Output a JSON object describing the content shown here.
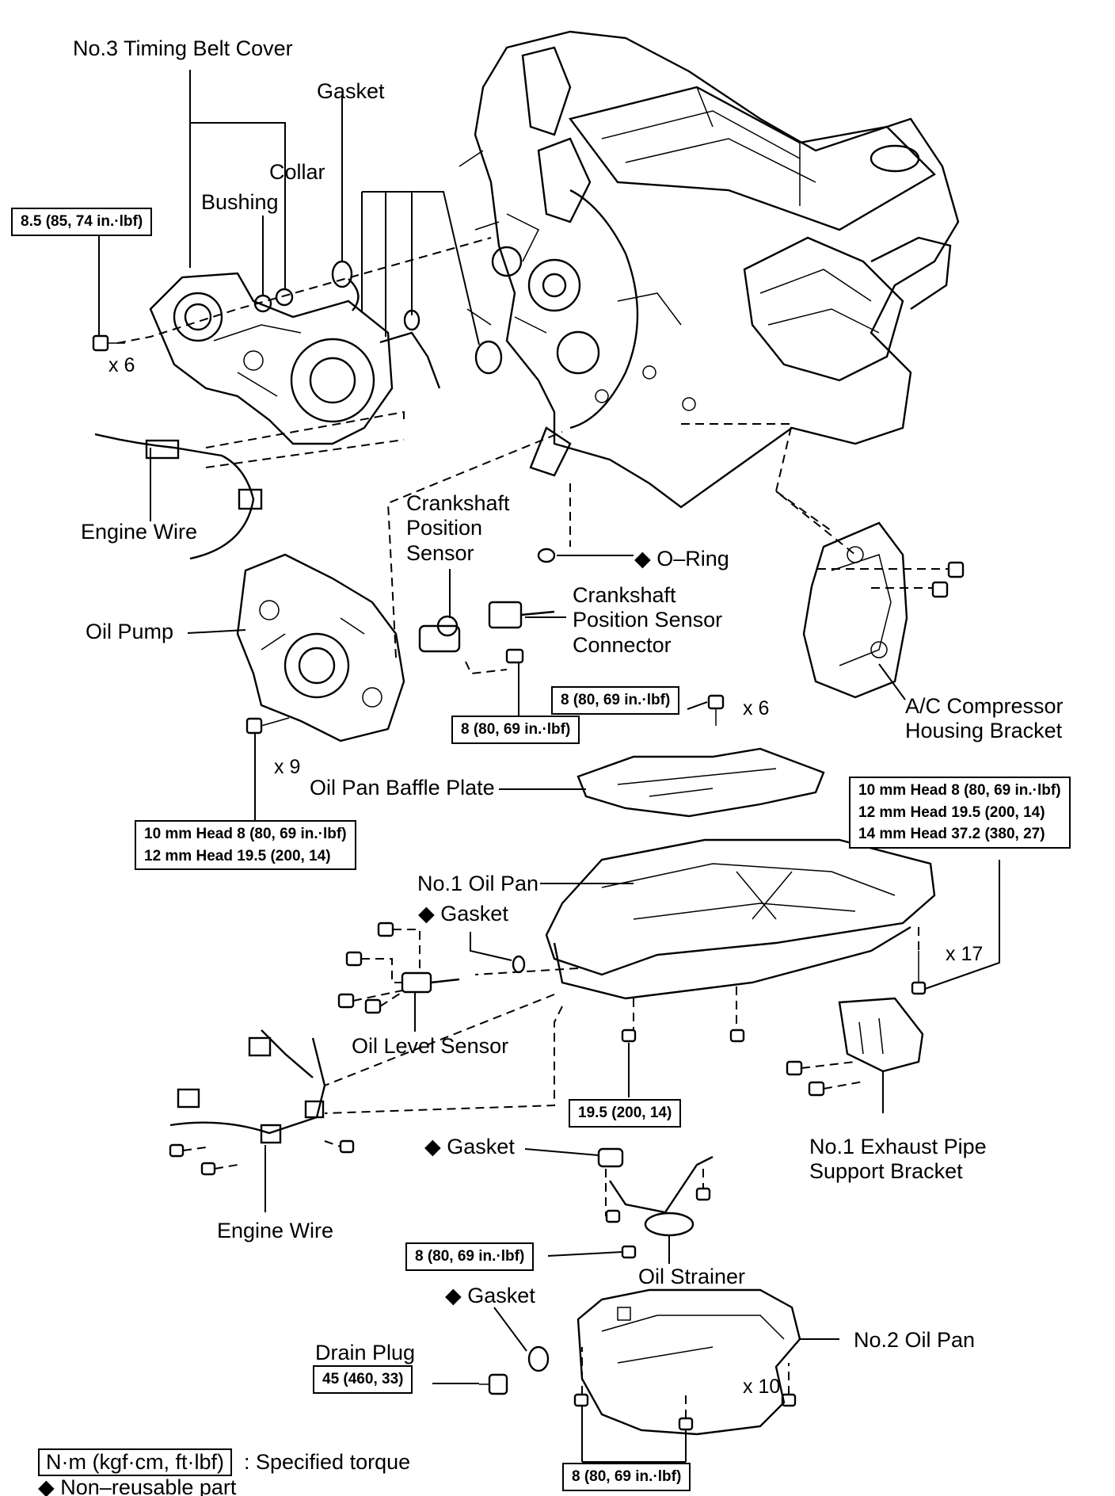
{
  "labels": {
    "timing_belt_cover": "No.3 Timing Belt Cover",
    "gasket_top": "Gasket",
    "collar": "Collar",
    "bushing": "Bushing",
    "engine_wire_top": "Engine Wire",
    "crankshaft_position_sensor": [
      "Crankshaft",
      "Position",
      "Sensor"
    ],
    "o_ring": "O–Ring",
    "cps_connector": [
      "Crankshaft",
      "Position Sensor",
      "Connector"
    ],
    "oil_pump": "Oil Pump",
    "ac_bracket": [
      "A/C Compressor",
      "Housing Bracket"
    ],
    "baffle_plate": "Oil Pan Baffle Plate",
    "no1_oil_pan": "No.1 Oil Pan",
    "gasket_oil_pan": "Gasket",
    "oil_level_sensor": "Oil Level Sensor",
    "exhaust_bracket": [
      "No.1 Exhaust Pipe",
      "Support Bracket"
    ],
    "gasket_strainer": "Gasket",
    "engine_wire_bottom": "Engine Wire",
    "oil_strainer": "Oil Strainer",
    "gasket_drain": "Gasket",
    "drain_plug": "Drain Plug",
    "no2_oil_pan": "No.2 Oil Pan"
  },
  "torque": {
    "t1": "8.5 (85, 74 in.·lbf)",
    "t2": "8 (80, 69 in.·lbf)",
    "t3": "8 (80, 69 in.·lbf)",
    "t4": [
      "10 mm Head 8 (80, 69 in.·lbf)",
      "12 mm Head 19.5 (200, 14)"
    ],
    "t5": [
      "10 mm Head 8 (80, 69 in.·lbf)",
      "12 mm Head 19.5 (200, 14)",
      "14 mm Head 37.2 (380, 27)"
    ],
    "t6": "19.5 (200, 14)",
    "t7": "8 (80, 69 in.·lbf)",
    "t8": "45 (460, 33)",
    "t9": "8 (80, 69 in.·lbf)"
  },
  "quantities": {
    "q1": "x 6",
    "q2": "x 6",
    "q3": "x 9",
    "q4": "x 17",
    "q5": "x 10"
  },
  "legend": {
    "torque_unit": "N·m (kgf·cm, ft·lbf)",
    "torque_desc": ": Specified torque",
    "nonreusable_mark": "◆",
    "nonreusable_desc": "Non–reusable part"
  }
}
